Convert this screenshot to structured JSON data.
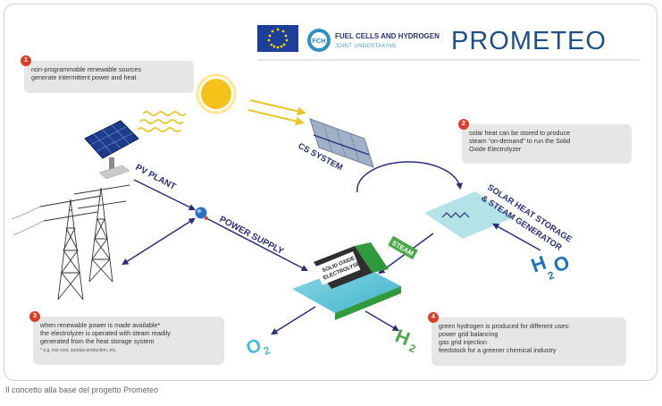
{
  "header": {
    "eu_flag_icon": "eu-flag-icon",
    "partner_line1": "FUEL CELLS AND HYDROGEN",
    "partner_line2": "JOINT UNDERTAKING",
    "partner_badge": "FCH",
    "project_title": "PROMETEO"
  },
  "notes": [
    {
      "num": "1",
      "lines": [
        "non-programmable renewable sources",
        "generate intermittent power and heat"
      ]
    },
    {
      "num": "2",
      "lines": [
        "solar heat can be stored to produce",
        "steam “on-demand” to run the Solid",
        "Oxide Electrolyzer"
      ]
    },
    {
      "num": "3",
      "lines": [
        "when renewable power is made available*",
        "the electrolyzer is operated with steam readily",
        "generated from the heat storage system"
      ],
      "footnote": "* e.g. low cost, surplus production, etc."
    },
    {
      "num": "4",
      "lines": [
        "green hydrogen is produced for different uses:",
        "power grid balancing",
        "gas grid injection",
        "feedstock for a greener chemical industry"
      ]
    }
  ],
  "labels": {
    "pv_plant": "PV PLANT",
    "cs_system": "CS SYSTEM",
    "power_supply": "POWER SUPPLY",
    "storage_line1": "SOLAR HEAT STORAGE",
    "storage_line2": "& STEAM GENERATOR",
    "steam": "STEAM",
    "soe_line1": "SOLID OXIDE",
    "soe_line2": "ELECTROLYSER",
    "h2o_main": "H",
    "h2o_sub": "2",
    "h2o_tail": "O",
    "o2_main": "O",
    "o2_sub": "2",
    "h2_main": "H",
    "h2_sub": "2"
  },
  "colors": {
    "arrow": "#2b2f7a",
    "sun": "#f5c21a",
    "heat_wave": "#e8c52a",
    "note_badge": "#d9402b",
    "project_title": "#1f4f86",
    "electrolyser": "#5fc5d6",
    "electrolyser_side": "#2e9a3c",
    "storage": "#a6dde3",
    "h2o": "#1e73be",
    "o2": "#4fb8d6",
    "h2": "#4aa84a"
  },
  "caption": "Il concetto alla base del progetto Prometeo"
}
